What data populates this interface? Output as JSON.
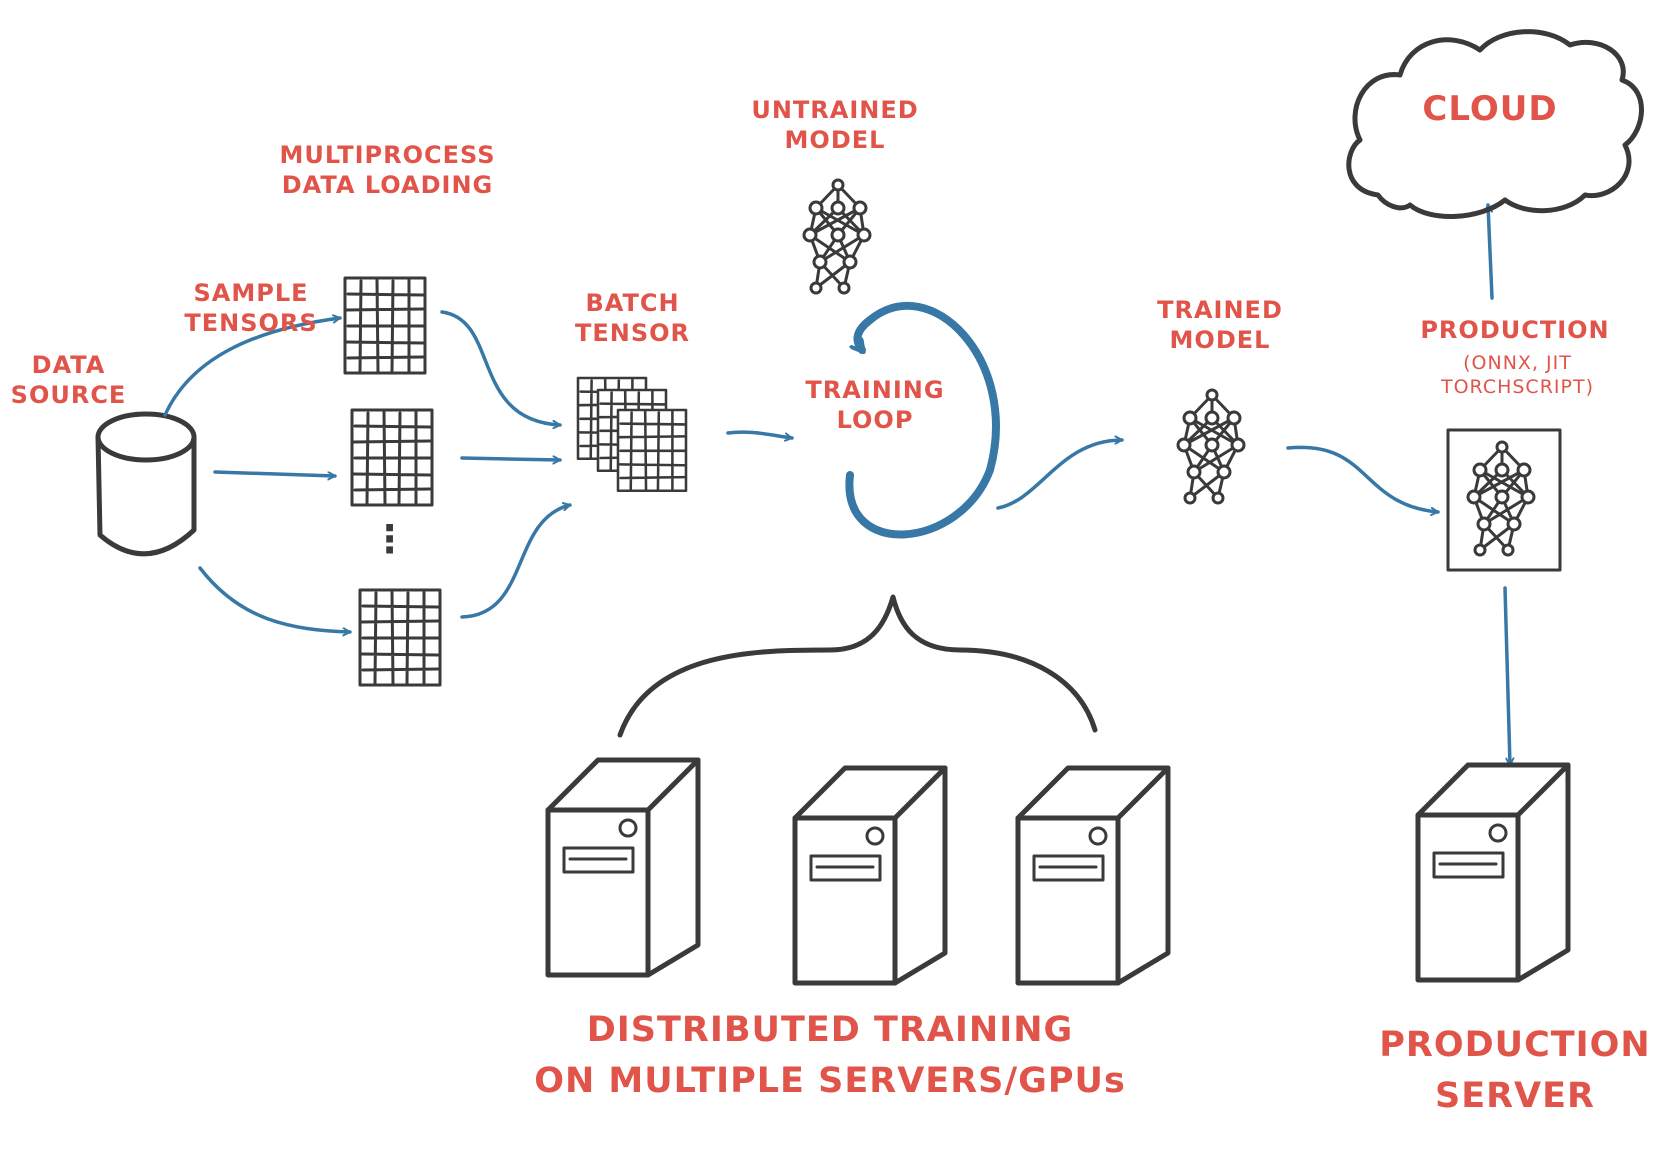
{
  "colors": {
    "label": "#e0544a",
    "ink": "#3a3a3a",
    "flow": "#3878a6",
    "background": "#ffffff"
  },
  "icons": [
    "database-icon",
    "tensor-grid-icon",
    "neural-network-icon",
    "server-icon",
    "cloud-icon",
    "loop-arrow-icon",
    "brace-icon"
  ],
  "labels": {
    "data_source": [
      "DATA",
      "SOURCE"
    ],
    "sample_tensors": [
      "SAMPLE",
      "TENSORS"
    ],
    "multiprocess": [
      "MULTIPROCESS",
      "DATA LOADING"
    ],
    "batch_tensor": [
      "BATCH",
      "TENSOR"
    ],
    "untrained_model": [
      "UNTRAINED",
      "MODEL"
    ],
    "training_loop": [
      "TRAINING",
      "LOOP"
    ],
    "trained_model": [
      "TRAINED",
      "MODEL"
    ],
    "production": [
      "PRODUCTION"
    ],
    "production_formats": [
      "(ONNX, JIT",
      "TORCHSCRIPT)"
    ],
    "cloud": [
      "CLOUD"
    ],
    "distributed_training": [
      "DISTRIBUTED TRAINING",
      "ON MULTIPLE SERVERS/GPUs"
    ],
    "production_server": [
      "PRODUCTION",
      "SERVER"
    ]
  },
  "ellipsis": "⋮"
}
